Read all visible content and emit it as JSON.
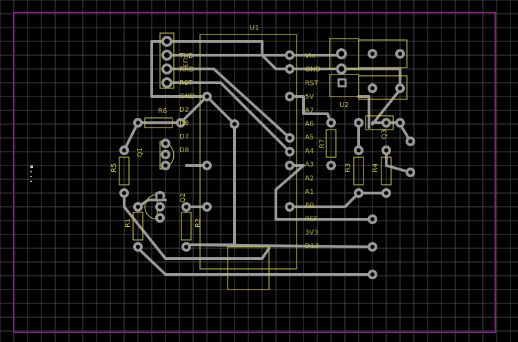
{
  "colors": {
    "background": "#000000",
    "grid": "#4a4a4a",
    "outline": "#8a1f8a",
    "track": "#9a9a9a",
    "pad": "#9a9a9a",
    "silkscreen": "#c8c23a"
  },
  "components": {
    "u1": "U1",
    "u2": "U2",
    "r1": "R1",
    "r2": "R2",
    "r3": "R3",
    "r4": "R4",
    "r5": "R5",
    "r6": "R6",
    "r7": "R7",
    "q1": "Q1",
    "q2": "Q2",
    "q3": "Q3",
    "u3": "U3"
  },
  "u1_left_pins": [
    "TXD",
    "RXD",
    "RST",
    "GND",
    "D2",
    "D6",
    "D7",
    "D8"
  ],
  "u1_right_pins": [
    "Vin",
    "GND",
    "RST",
    "5V",
    "A7",
    "A6",
    "A5",
    "A4",
    "A3",
    "A2",
    "A1",
    "A0",
    "REF",
    "3V3",
    "D13"
  ]
}
